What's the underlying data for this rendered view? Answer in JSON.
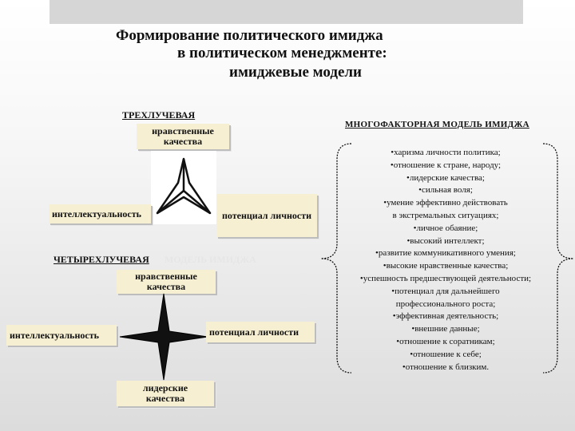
{
  "title": {
    "line1": "Формирование политического имиджа",
    "line2": "в политическом менеджменте:",
    "line3": "имиджевые модели"
  },
  "three_ray": {
    "label": "ТРЕХЛУЧЕВАЯ",
    "top": {
      "line1": "нравственные",
      "line2": "качества"
    },
    "left": "интеллектуальность",
    "right": "потенциал личности"
  },
  "four_ray": {
    "label": "ЧЕТЫРЕХЛУЧЕВАЯ",
    "label_suffix": "МОДЕЛЬ ИМИДЖА",
    "top": {
      "line1": "нравственные",
      "line2": "качества"
    },
    "left": "интеллектуальность",
    "right": "потенциал личности",
    "bottom": {
      "line1": "лидерские",
      "line2": "качества"
    }
  },
  "multifactor": {
    "title": "МНОГОФАКТОРНАЯ МОДЕЛЬ ИМИДЖА",
    "items": [
      "•харизма личности политика;",
      "•отношение к стране, народу;",
      "•лидерские качества;",
      "•сильная воля;",
      "•умение эффективно действовать",
      "в экстремальных ситуациях;",
      "•личное обаяние;",
      "•высокий интеллект;",
      "•развитие коммуникативного умения;",
      "•высокие нравственные качества;",
      "•успешность предшествующей деятельности;",
      "•потенциал для дальнейшего",
      "профессионального роста;",
      "•эффективная деятельность;",
      "•внешние данные;",
      "•отношение к соратникам;",
      "•отношение к себе;",
      "•отношение к близким."
    ]
  }
}
